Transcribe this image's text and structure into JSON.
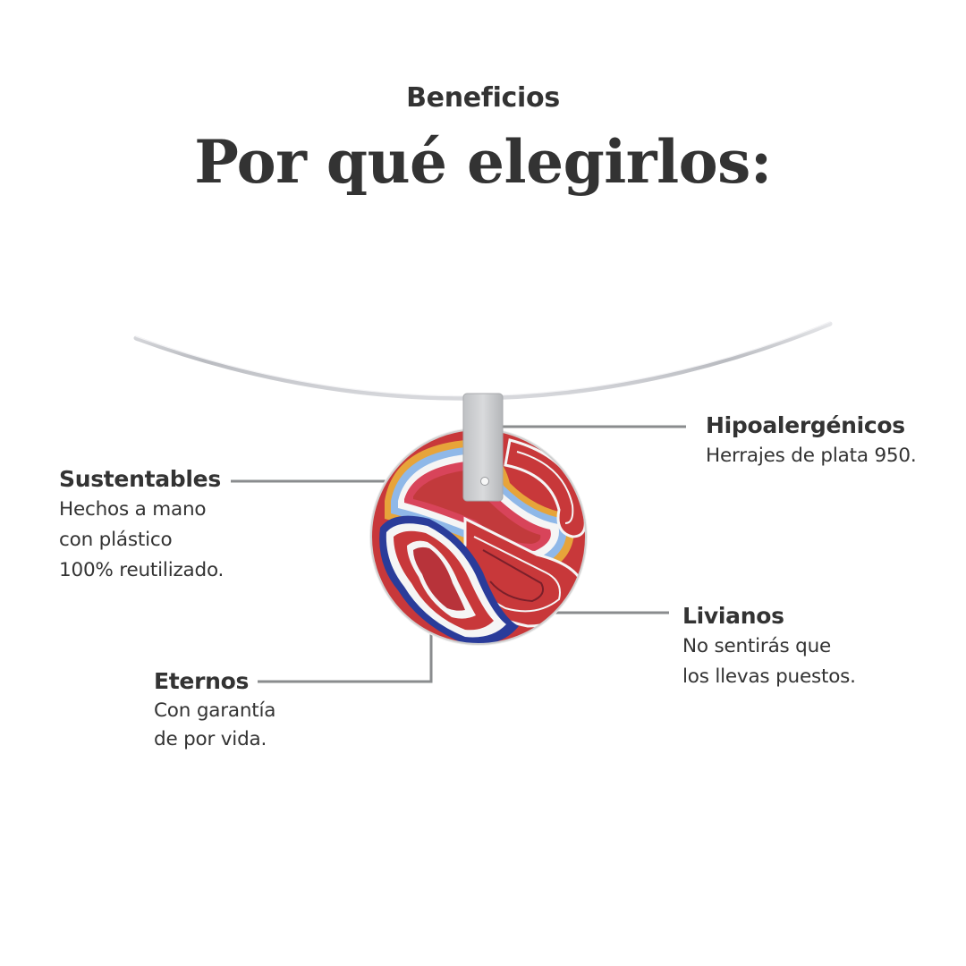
{
  "header": {
    "eyebrow": "Beneficios",
    "title": "Por qué elegirlos:"
  },
  "product": {
    "image_alt": "Collar rígido de plata con colgante circular de plástico reutilizado en capas rojas, azules, blancas y negras",
    "colors": {
      "red": "#c8383a",
      "blue": "#2a3c9a",
      "light_blue": "#8fb8e8",
      "black": "#1a1a1a",
      "silver": "#c9cbcf",
      "leader_line": "#8a8c8e"
    }
  },
  "benefits": [
    {
      "title": "Sustentables",
      "lines": [
        "Hechos a mano",
        "con plástico",
        "100% reutilizado."
      ]
    },
    {
      "title": "Hipoalergénicos",
      "lines": [
        "Herrajes de plata 950."
      ]
    },
    {
      "title": "Livianos",
      "lines": [
        "No sentirás que",
        "los llevas puestos."
      ]
    },
    {
      "title": "Eternos",
      "lines": [
        "Con garantía",
        "de por vida."
      ]
    }
  ]
}
